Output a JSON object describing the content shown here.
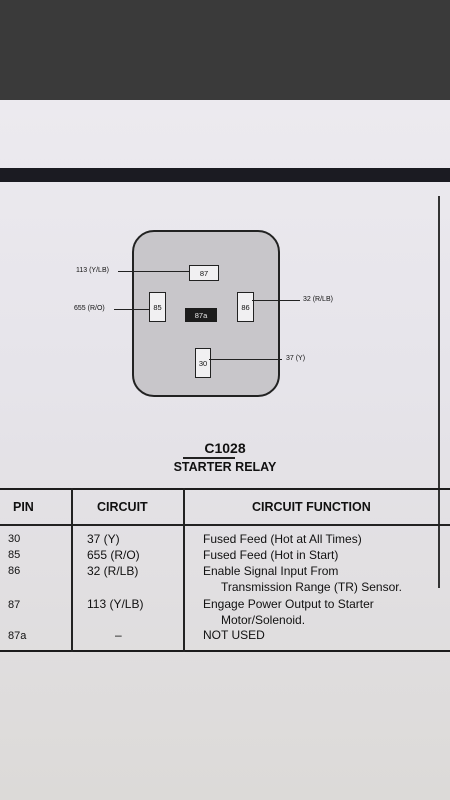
{
  "diagram": {
    "pins": {
      "p87": "87",
      "p85": "85",
      "p86": "86",
      "p87a": "87a",
      "p30": "30"
    },
    "wire_labels": {
      "w87": "113 (Y/LB)",
      "w85": "655 (R/O)",
      "w86": "32 (R/LB)",
      "w30": "37 (Y)"
    }
  },
  "connector": {
    "id": "C1028",
    "name": "STARTER RELAY"
  },
  "table": {
    "headers": {
      "pin": "PIN",
      "circuit": "CIRCUIT",
      "function": "CIRCUIT FUNCTION"
    },
    "rows": [
      {
        "pin": "30",
        "circuit": "37 (Y)",
        "function": [
          "Fused Feed (Hot at All Times)"
        ]
      },
      {
        "pin": "85",
        "circuit": "655 (R/O)",
        "function": [
          "Fused Feed (Hot in Start)"
        ]
      },
      {
        "pin": "86",
        "circuit": "32 (R/LB)",
        "function": [
          "Enable Signal Input From",
          "Transmission Range (TR) Sensor."
        ]
      },
      {
        "pin": "87",
        "circuit": "113 (Y/LB)",
        "function": [
          "Engage Power Output to Starter",
          "Motor/Solenoid."
        ]
      },
      {
        "pin": "87a",
        "circuit": "–",
        "function": [
          "NOT USED"
        ]
      }
    ]
  }
}
